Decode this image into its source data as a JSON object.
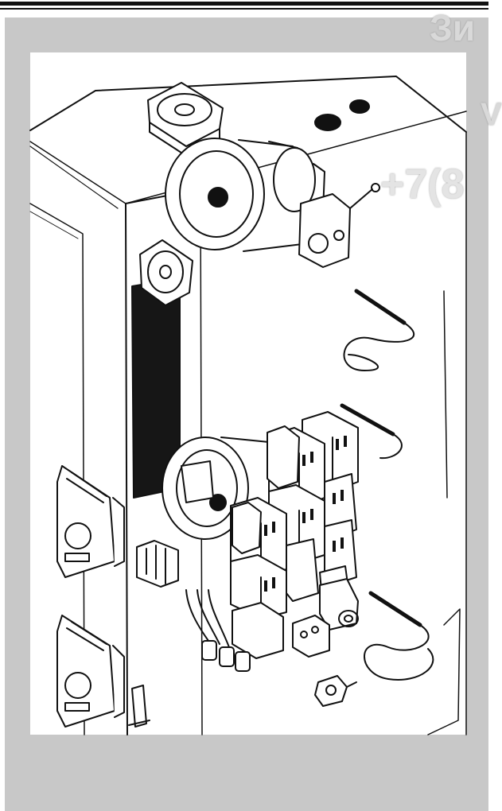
{
  "watermark": {
    "line1": "Зи",
    "line2": "V",
    "line3": "+7(8"
  },
  "colors": {
    "frame": "#c8c8c8",
    "paper": "#ffffff",
    "ink": "#111111",
    "panel": "#161616"
  }
}
